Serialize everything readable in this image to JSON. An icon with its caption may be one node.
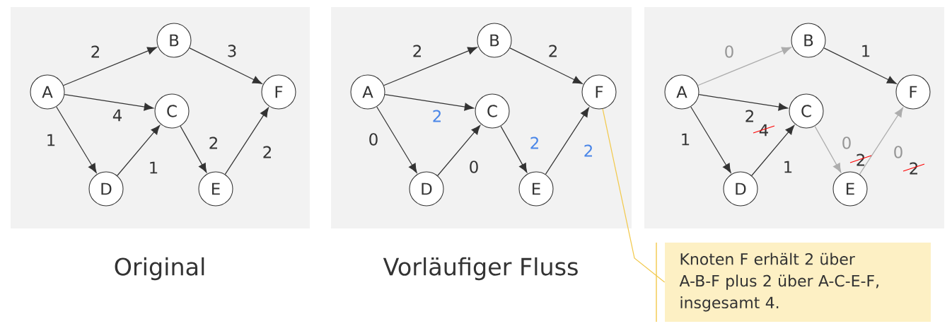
{
  "diagram": {
    "nodes": [
      {
        "text": [],
        "shape": "box"
      },
      {
        "text": [],
        "shape": "box"
      },
      {
        "text": [],
        "shape": "box"
      },
      {
        "text": [
          "A"
        ],
        "in": 0
      },
      {
        "text": [
          "B"
        ],
        "in": 0
      },
      {
        "text": [
          "C"
        ],
        "in": 0
      },
      {
        "text": [
          "D"
        ],
        "in": 0
      },
      {
        "text": [
          "E"
        ],
        "in": 0
      },
      {
        "text": [
          "F"
        ],
        "in": 0
      },
      {
        "text": [
          "A"
        ],
        "in": 1
      },
      {
        "text": [
          "B"
        ],
        "in": 1
      },
      {
        "text": [
          "C"
        ],
        "in": 1
      },
      {
        "text": [
          "D"
        ],
        "in": 1
      },
      {
        "text": [
          "E"
        ],
        "in": 1
      },
      {
        "text": [
          "F"
        ],
        "in": 1
      },
      {
        "text": [
          "A"
        ],
        "in": 2
      },
      {
        "text": [
          "B"
        ],
        "in": 2
      },
      {
        "text": [
          "C"
        ],
        "in": 2
      },
      {
        "text": [
          "D"
        ],
        "in": 2
      },
      {
        "text": [
          "E"
        ],
        "in": 2
      },
      {
        "text": [
          "F"
        ],
        "in": 2
      },
      {
        "text": [
          "Knoten F erhält 2 über A-B-F plus 2 über A-C-E-F, insgesamt 4."
        ]
      }
    ],
    "edges": [
      {
        "from": 3,
        "to": 4,
        "arrow": "to",
        "label": "2"
      },
      {
        "from": 3,
        "to": 5,
        "arrow": "to",
        "label": "4"
      },
      {
        "from": 3,
        "to": 6,
        "arrow": "to",
        "label": "1"
      },
      {
        "from": 4,
        "to": 8,
        "arrow": "to",
        "label": "3"
      },
      {
        "from": 6,
        "to": 5,
        "arrow": "to",
        "label": "1"
      },
      {
        "from": 5,
        "to": 7,
        "arrow": "to",
        "label": "2"
      },
      {
        "from": 7,
        "to": 8,
        "arrow": "to",
        "label": "2"
      },
      {
        "from": 9,
        "to": 10,
        "arrow": "to",
        "label": "2"
      },
      {
        "from": 9,
        "to": 11,
        "arrow": "to",
        "label": "2"
      },
      {
        "from": 9,
        "to": 12,
        "arrow": "to",
        "label": "0"
      },
      {
        "from": 10,
        "to": 14,
        "arrow": "to",
        "label": "2"
      },
      {
        "from": 12,
        "to": 11,
        "arrow": "to",
        "label": "0"
      },
      {
        "from": 11,
        "to": 13,
        "arrow": "to",
        "label": "2"
      },
      {
        "from": 13,
        "to": 14,
        "arrow": "to",
        "label": "2"
      },
      {
        "from": 15,
        "to": 16,
        "arrow": "to",
        "label": "0",
        "color": "#adadad"
      },
      {
        "from": 15,
        "to": 17,
        "arrow": "to",
        "label": "2"
      },
      {
        "from": 15,
        "to": 18,
        "arrow": "to",
        "label": "1"
      },
      {
        "from": 16,
        "to": 20,
        "arrow": "to",
        "label": "1"
      },
      {
        "from": 18,
        "to": 17,
        "arrow": "to",
        "label": "1"
      },
      {
        "from": 17,
        "to": 19,
        "arrow": "to",
        "label": "0",
        "color": "#adadad"
      },
      {
        "from": 19,
        "to": 20,
        "arrow": "to",
        "label": "0",
        "color": "#adadad"
      },
      {
        "from": 21,
        "to": 14,
        "arrow": "none",
        "color": "#f2c94c"
      }
    ],
    "labels": [
      "Original",
      "Vorläufiger Fluss",
      "4",
      "2",
      "2"
    ]
  }
}
